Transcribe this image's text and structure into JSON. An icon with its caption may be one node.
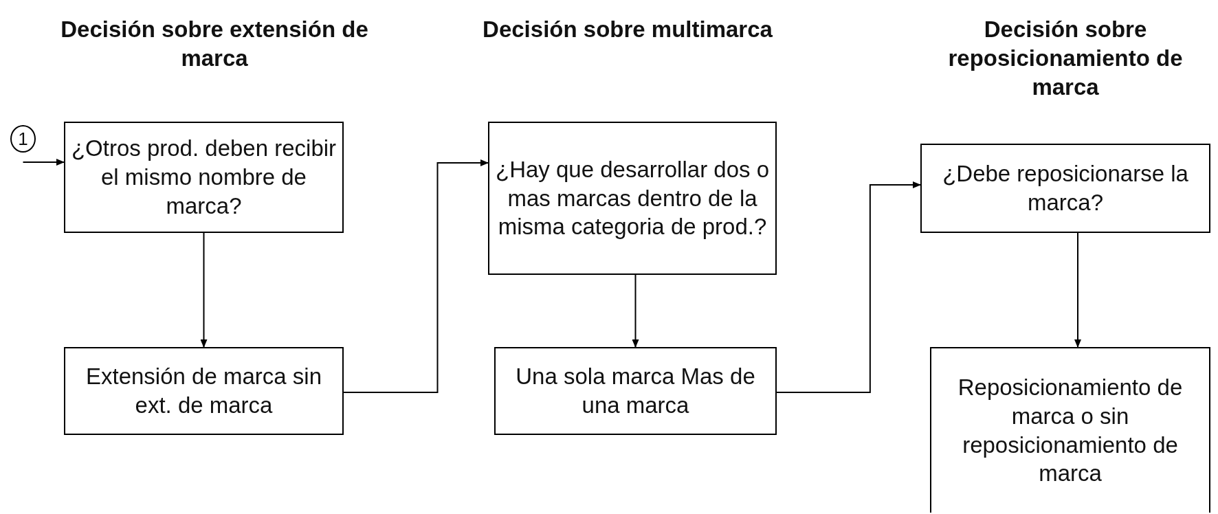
{
  "diagram": {
    "nodes": [
      {
        "text": [
          "1"
        ]
      },
      {
        "text": [
          "¿Otros prod. deben recibir el mismo nombre de marca?"
        ]
      },
      {
        "text": [
          "Extensión de marca sin ext. de marca"
        ]
      },
      {
        "text": [
          "¿Hay que desarrollar dos o mas marcas dentro de la misma categoria de prod.?"
        ]
      },
      {
        "text": [
          "Una sola marca Mas de una marca"
        ]
      },
      {
        "text": [
          "¿Debe reposicionarse la marca?"
        ]
      },
      {
        "text": [
          "Reposicionamiento de marca o sin reposicionamiento de marca"
        ]
      }
    ],
    "edges": [
      {
        "from": 0,
        "to": 1,
        "arrow": "to"
      },
      {
        "from": 1,
        "to": 2,
        "arrow": "to"
      },
      {
        "from": 2,
        "to": 3,
        "arrow": "to"
      },
      {
        "from": 3,
        "to": 4,
        "arrow": "to"
      },
      {
        "from": 4,
        "to": 5,
        "arrow": "to"
      },
      {
        "from": 5,
        "to": 6,
        "arrow": "to"
      }
    ],
    "labels": [
      "Decisión sobre extensión de marca",
      "Decisión sobre multimarca",
      "Decisión sobre reposicionamiento de marca"
    ]
  }
}
